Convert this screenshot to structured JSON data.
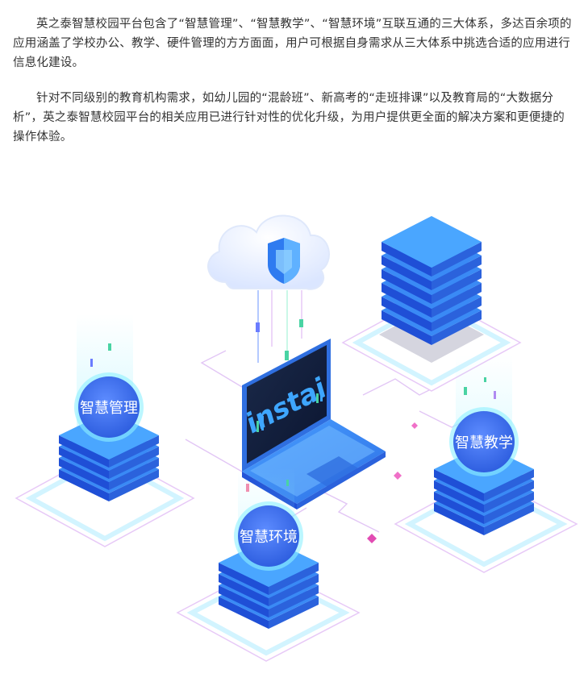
{
  "intro": {
    "paragraph1": "英之泰智慧校园平台包含了“智慧管理”、“智慧教学”、“智慧环境”互联互通的三大体系，多达百余项的应用涵盖了学校办公、教学、硬件管理的方方面面，用户可根据自身需求从三大体系中挑选合适的应用进行信息化建设。",
    "paragraph2": "针对不同级别的教育机构需求，如幼儿园的“混龄班”、新高考的“走班排课”以及教育局的“大数据分析”，英之泰智慧校园平台的相关应用已进行针对性的优化升级，为用户提供更全面的解决方案和更便捷的操作体验。"
  },
  "illustration": {
    "laptop_logo": "instai",
    "nodes": {
      "management": "智慧管理",
      "teaching": "智慧教学",
      "environment": "智慧环境"
    }
  },
  "colors": {
    "text": "#333333",
    "blue_primary": "#2f7bf0",
    "blue_dark": "#1f4fd6",
    "circle": "#4a73e8",
    "glow": "#7fe3ff",
    "connector": "#d9b7f2"
  }
}
